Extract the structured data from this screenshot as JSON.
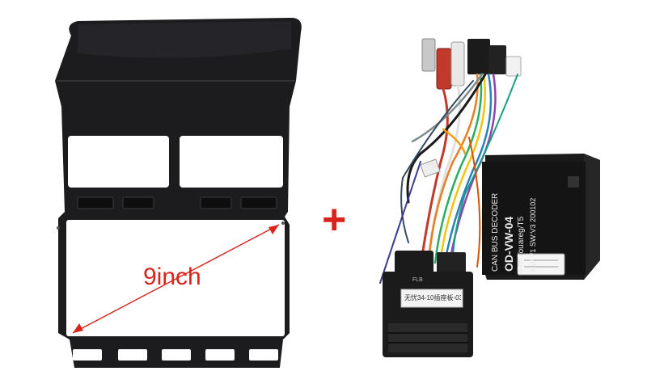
{
  "product": {
    "size_label": "9inch",
    "plus_sign": "+"
  },
  "decoder": {
    "line1": "CAN BUS DECODER",
    "line2": "OD-VW-04",
    "line3": "For Touareg/T5",
    "line4": "HW:V1 SW:V3 200102"
  },
  "connector": {
    "label": "无忧34-10插座板-03",
    "side_label": "FLB"
  },
  "colors": {
    "frame": "#1c1c1e",
    "accent": "#d8241c",
    "background": "#ffffff"
  }
}
